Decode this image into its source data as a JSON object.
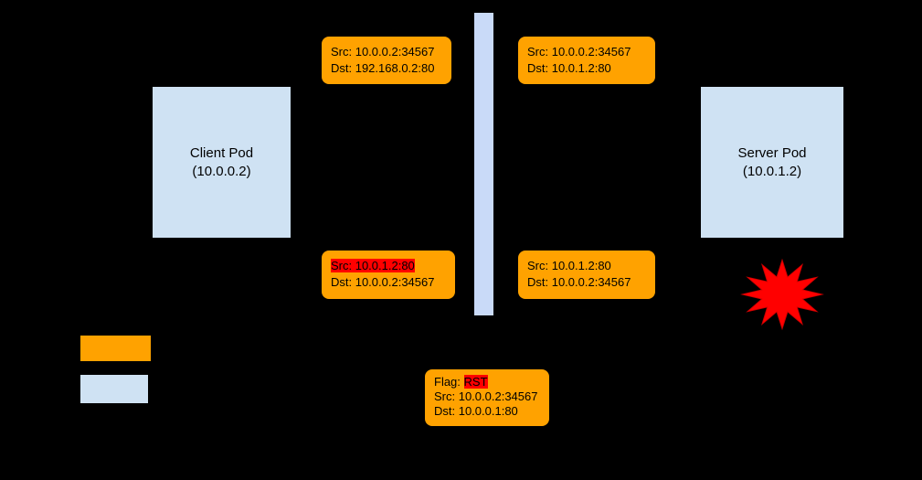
{
  "colors": {
    "background": "#000000",
    "text": "#000000",
    "packet_box": "#ffa200",
    "pod_box": "#cfe2f3",
    "boundary_bar": "#c9daf8",
    "highlight": "#ff0000",
    "burst": "#ff0000"
  },
  "pods": {
    "client": {
      "name": "Client Pod",
      "ip": "(10.0.0.2)"
    },
    "server": {
      "name": "Server Pod",
      "ip": "(10.0.1.2)"
    }
  },
  "packets": {
    "top_left": {
      "line1": "Src: 10.0.0.2:34567",
      "line2": "Dst: 192.168.0.2:80"
    },
    "top_right": {
      "line1": "Src: 10.0.0.2:34567",
      "line2": "Dst: 10.0.1.2:80"
    },
    "bottom_left": {
      "line1": "Src: 10.0.1.2:80",
      "line2": "Dst: 10.0.0.2:34567",
      "line1_highlighted": true
    },
    "bottom_right": {
      "line1": "Src: 10.0.1.2:80",
      "line2": "Dst: 10.0.0.2:34567"
    },
    "rst": {
      "flag_label": "Flag: ",
      "flag_value": "RST",
      "line2": "Src: 10.0.0.2:34567",
      "line3": "Dst: 10.0.0.1:80"
    }
  },
  "legend": {
    "items": [
      {
        "name": "packet-swatch",
        "color": "#ffa200"
      },
      {
        "name": "pod-swatch",
        "color": "#cfe2f3"
      }
    ]
  }
}
